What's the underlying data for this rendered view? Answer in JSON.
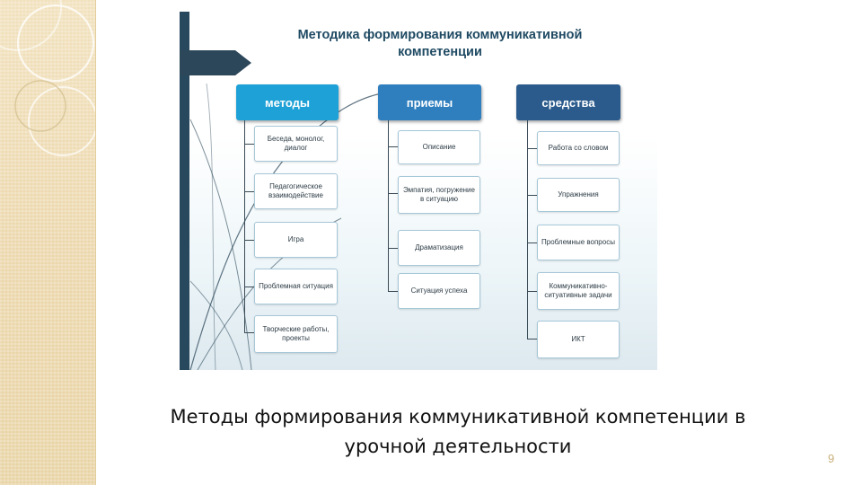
{
  "diagram": {
    "title_line1": "Методика формирования коммуникативной",
    "title_line2": "компетенции",
    "columns": [
      {
        "header": "методы",
        "items": [
          "Беседа, монолог, диалог",
          "Педагогическое взаимодействие",
          "Игра",
          "Проблемная ситуация",
          "Творческие работы, проекты"
        ]
      },
      {
        "header": "приемы",
        "items": [
          "Описание",
          "Эмпатия, погружение в ситуацию",
          "Драматизация",
          "Ситуация успеха"
        ]
      },
      {
        "header": "средства",
        "items": [
          "Работа со словом",
          "Упражнения",
          "Проблемные вопросы",
          "Коммуникативно-ситуативные задачи",
          "ИКТ"
        ]
      }
    ],
    "colors": {
      "header1": "#1ea1d6",
      "header2": "#2f7fbf",
      "header3": "#2a5b8c",
      "title": "#1f4a63",
      "side_bar": "#27485d"
    }
  },
  "caption": {
    "line1": "Методы формирования коммуникативной компетенции в",
    "line2": "урочной деятельности"
  },
  "page_number": "9",
  "theme": {
    "left_strip_color": "#ecd7ac",
    "page_number_color": "#c9b07b"
  }
}
